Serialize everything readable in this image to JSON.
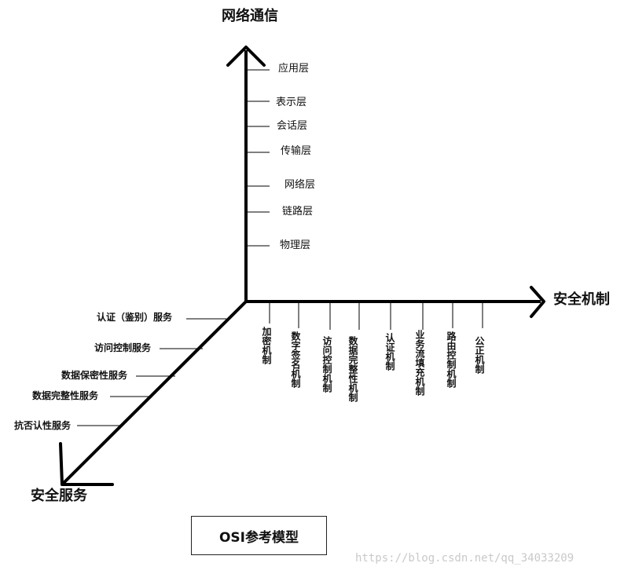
{
  "titles": {
    "vertical_axis": "网络通信",
    "horizontal_axis": "安全机制",
    "diagonal_axis": "安全服务"
  },
  "layers": [
    "应用层",
    "表示层",
    "会话层",
    "传输层",
    "网络层",
    "链路层",
    "物理层"
  ],
  "mechanisms": [
    "加密机制",
    "数字签名机制",
    "访问控制机制",
    "数据完整性机制",
    "认证机制",
    "业务流填充机制",
    "路由控制机制",
    "公正机制"
  ],
  "services": [
    "认证（鉴别）服务",
    "访问控制服务",
    "数据保密性服务",
    "数据完整性服务",
    "抗否认性服务"
  ],
  "model_label": "OSI参考模型",
  "watermark": "https://blog.csdn.net/qq_34033209"
}
